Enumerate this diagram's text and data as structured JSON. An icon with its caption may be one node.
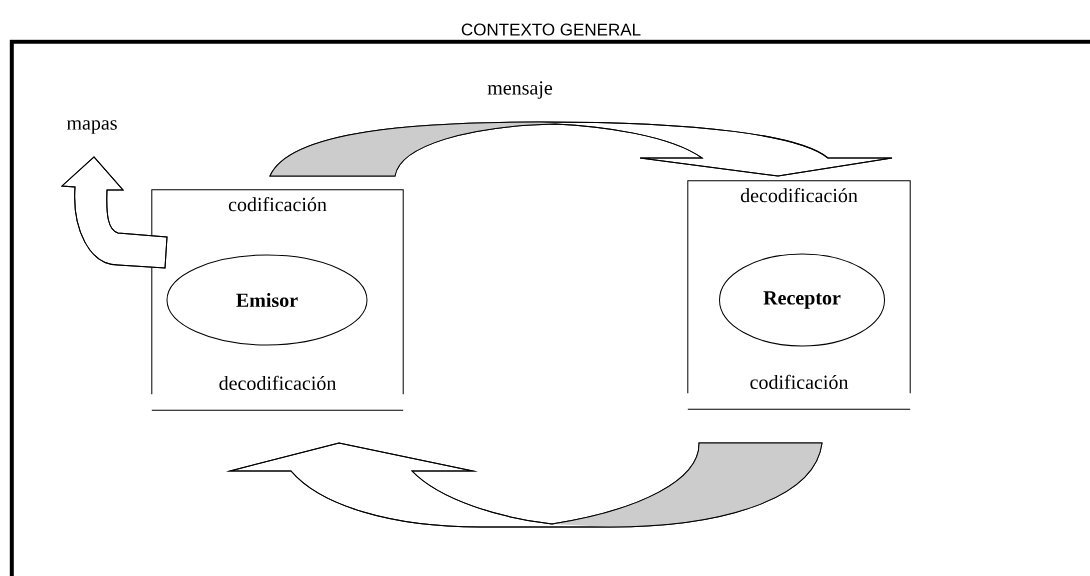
{
  "diagram": {
    "nodes": [
      {
        "text": [
          "CONTEXTO GENERAL"
        ]
      },
      {
        "text": [
          "codificación",
          "decodificación"
        ],
        "in": 0
      },
      {
        "text": [
          "Emisor"
        ],
        "in": 1
      },
      {
        "text": [
          "decodificación",
          "codificación"
        ],
        "in": 0
      },
      {
        "text": [
          "Receptor"
        ],
        "in": 3
      },
      {
        "text": [
          "mapas"
        ],
        "in": 0
      }
    ],
    "edges": [
      {
        "from": 1,
        "to": 3,
        "arrow": "to",
        "label": "mensaje"
      },
      {
        "from": 3,
        "to": 1,
        "arrow": "to"
      },
      {
        "from": 1,
        "to": 5,
        "arrow": "to"
      }
    ]
  }
}
